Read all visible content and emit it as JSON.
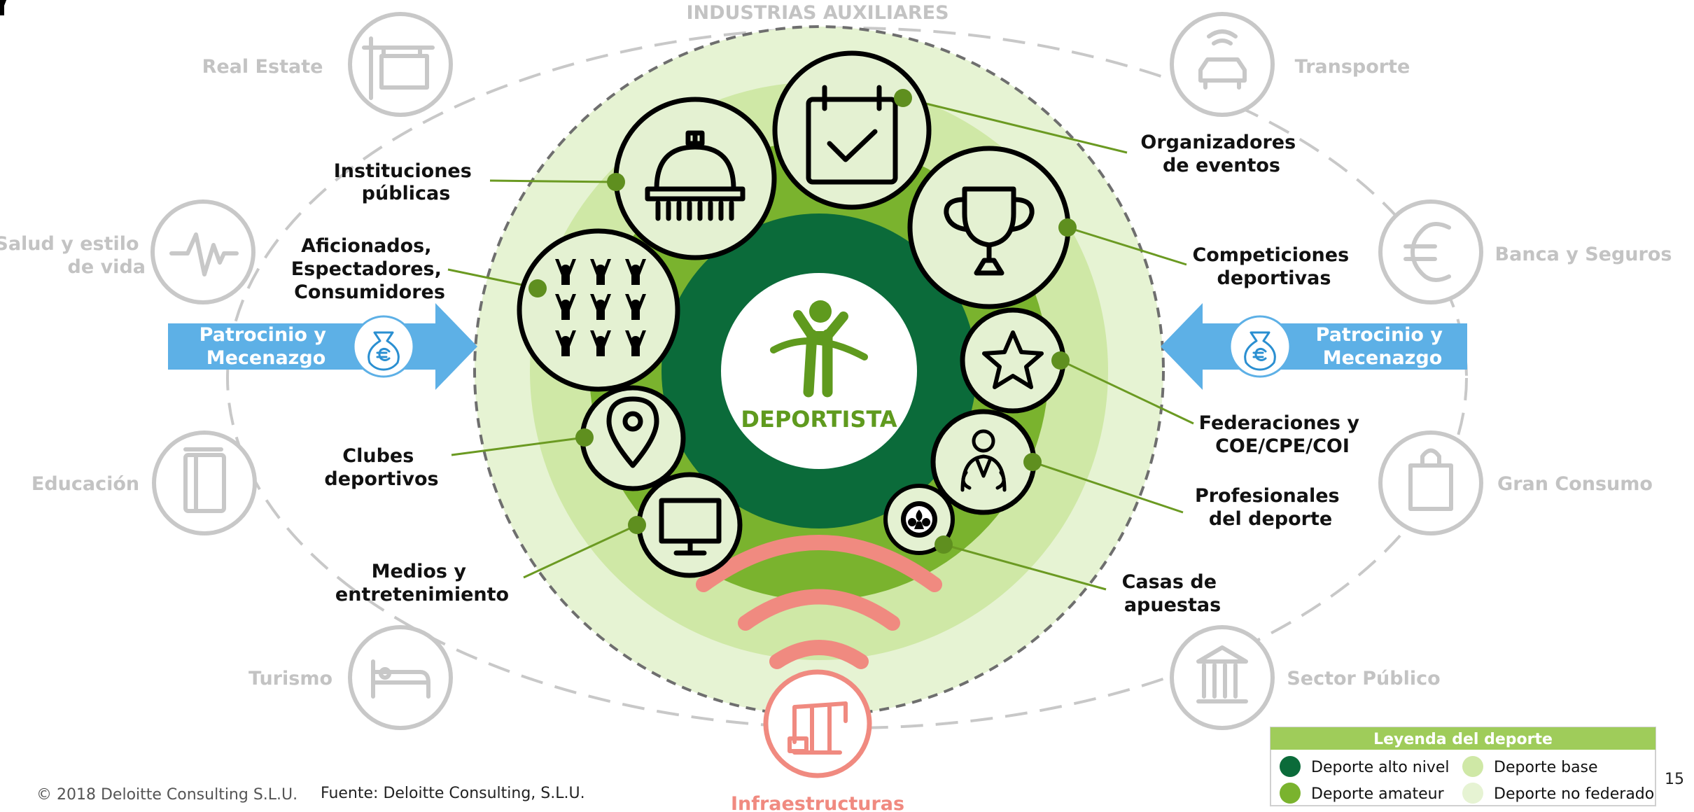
{
  "header": {
    "title": "INDUSTRIAS AUXILIARES"
  },
  "center": {
    "label": "DEPORTISTA"
  },
  "auxiliary_industries": {
    "real_estate": [
      "Real Estate"
    ],
    "salud": [
      "Salud y estilo",
      "de vida"
    ],
    "educacion": [
      "Educación"
    ],
    "turismo": [
      "Turismo"
    ],
    "transporte": [
      "Transporte"
    ],
    "banca": [
      "Banca y Seguros"
    ],
    "gran_consumo": [
      "Gran Consumo"
    ],
    "sector_publico": [
      "Sector Público"
    ]
  },
  "sponsorship": {
    "left": [
      "Patrocinio y",
      "Mecenazgo"
    ],
    "right": [
      "Patrocinio y",
      "Mecenazgo"
    ]
  },
  "agents": {
    "instituciones": [
      "Instituciones",
      "públicas"
    ],
    "aficionados": [
      "Aficionados,",
      "Espectadores,",
      "Consumidores"
    ],
    "clubes": [
      "Clubes",
      "deportivos"
    ],
    "medios": [
      "Medios y",
      "entretenimiento"
    ],
    "organizadores": [
      "Organizadores",
      "de eventos"
    ],
    "competiciones": [
      "Competiciones",
      "deportivas"
    ],
    "federaciones": [
      "Federaciones y",
      "COE/CPE/COI"
    ],
    "profesionales": [
      "Profesionales",
      "del deporte"
    ],
    "casas": [
      "Casas de",
      "apuestas"
    ]
  },
  "infraestructuras": "Infraestructuras",
  "legend": {
    "title": "Leyenda del deporte",
    "items": [
      {
        "label": "Deporte alto nivel",
        "color": "#0b6b3a"
      },
      {
        "label": "Deporte amateur",
        "color": "#7ab32e"
      },
      {
        "label": "Deporte base",
        "color": "#cfe8a6"
      },
      {
        "label": "Deporte no federado",
        "color": "#e6f3d3"
      }
    ]
  },
  "footer": {
    "copyright": "© 2018 Deloitte Consulting S.L.U.",
    "source": "Fuente: Deloitte Consulting, S.L.U.",
    "page": "15"
  },
  "colors": {
    "dark_green": "#0b6b3a",
    "mid_green": "#7ab32e",
    "light_green": "#cfe8a6",
    "pale_green": "#e6f3d3",
    "accent_dot": "#5f8f1f",
    "sponsor_blue": "#5db0e6",
    "infra_salmon": "#f08a80",
    "grey": "#c3c3c3"
  }
}
